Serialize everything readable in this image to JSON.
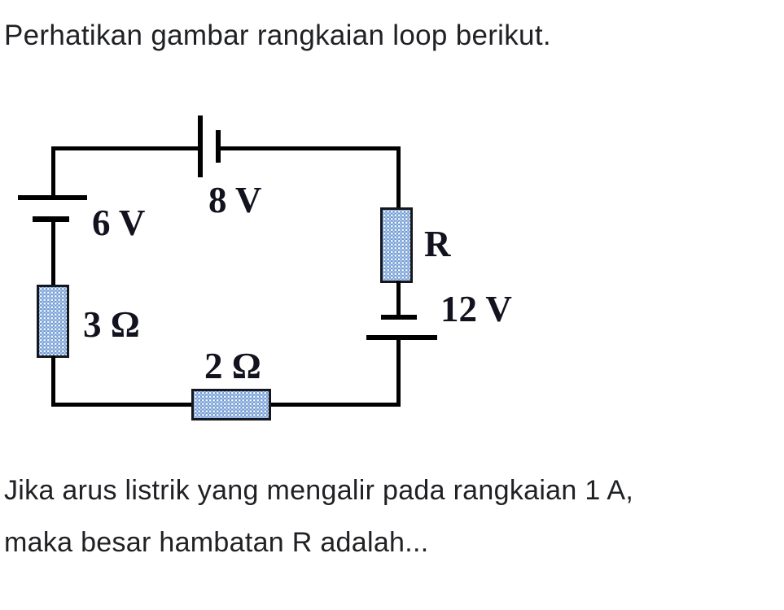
{
  "texts": {
    "intro": "Perhatikan gambar rangkaian loop berikut.",
    "question_line1": "Jika arus listrik yang mengalir pada rangkaian 1 A,",
    "question_line2": "maka besar hambatan R adalah..."
  },
  "circuit": {
    "colors": {
      "wire": "#000000",
      "resistor_fill": "#6a97d2",
      "resistor_dot": "#ffffff",
      "resistor_border": "#16161d",
      "label_text": "#13131f",
      "body_text": "#202124"
    },
    "labels": {
      "battery_top": "8 V",
      "battery_left": "6 V",
      "battery_right": "12 V",
      "resistor_left": "3 Ω",
      "resistor_bottom": "2 Ω",
      "resistor_right": "R"
    },
    "components": [
      {
        "type": "battery",
        "position": "top",
        "label": "8 V"
      },
      {
        "type": "battery",
        "position": "left",
        "label": "6 V"
      },
      {
        "type": "battery",
        "position": "right",
        "label": "12 V"
      },
      {
        "type": "resistor",
        "position": "left",
        "label": "3 Ω"
      },
      {
        "type": "resistor",
        "position": "bottom",
        "label": "2 Ω"
      },
      {
        "type": "resistor",
        "position": "right",
        "label": "R"
      }
    ],
    "given_current": "1 A"
  }
}
